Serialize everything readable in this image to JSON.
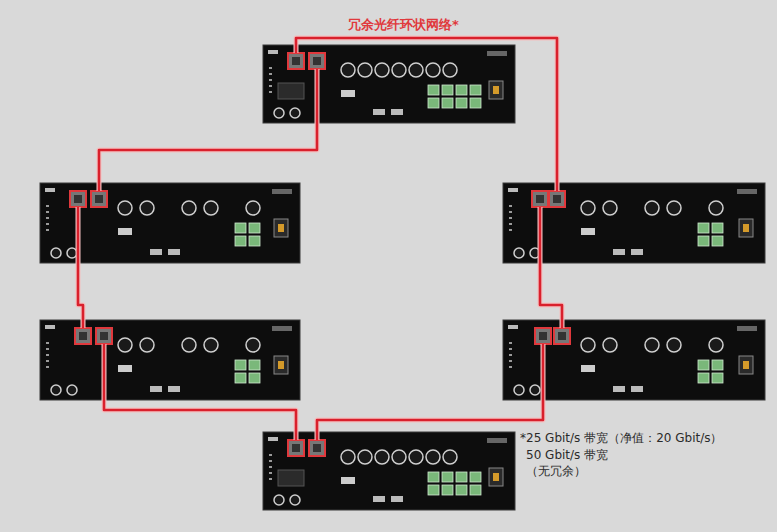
{
  "diagram": {
    "title": "冗余光纤环状网络*",
    "labels": [
      "*25 Gbit/s 带宽（净值：20 Gbit/s）",
      "50 Gbit/s 带宽",
      "（无冗余）"
    ]
  }
}
